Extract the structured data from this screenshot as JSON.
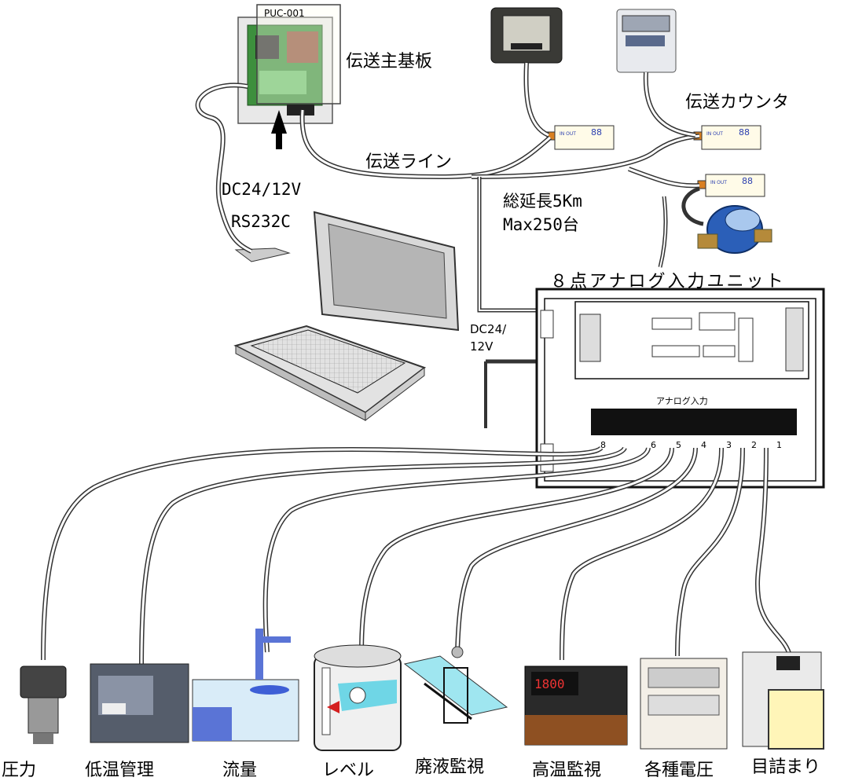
{
  "labels": {
    "main_board": "伝送主基板",
    "board_id": "PUC-001",
    "counter": "伝送カウンタ",
    "line": "伝送ライン",
    "power_top": "DC24/12V",
    "rs232c": "RS232C",
    "length": "総延長5Km",
    "max_units": "Max250台",
    "unit_title": "８点アナログ入力ユニット",
    "power_unit_1": "DC24/",
    "power_unit_2": "12V",
    "analog_in": "アナログ入力"
  },
  "terminal_numbers": [
    "8",
    "6",
    "5",
    "4",
    "3",
    "2",
    "1"
  ],
  "sensors": [
    "圧力",
    "低温管理",
    "流量",
    "レベル",
    "廃液監視",
    "高温監視",
    "各種電圧",
    "目詰まり"
  ],
  "colors": {
    "cable": "#333333",
    "board_green": "#3d8f3d",
    "meter_blue": "#2b5fb8",
    "liquid_cyan": "#6fd6e6",
    "arrow_red": "#d42020"
  }
}
